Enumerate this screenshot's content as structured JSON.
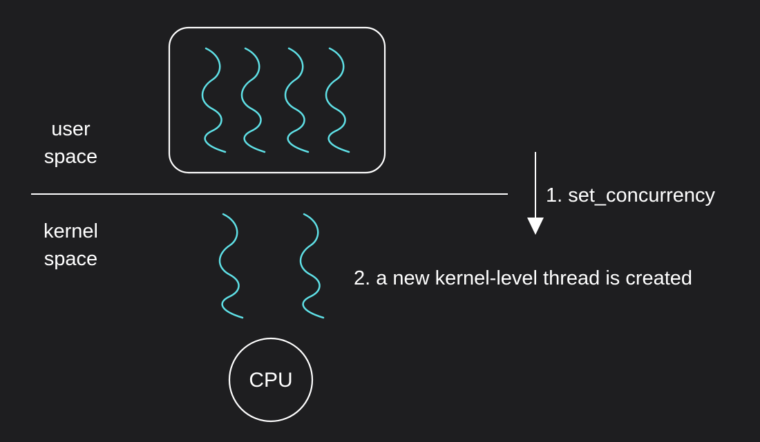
{
  "labels": {
    "user_space": [
      "user",
      "space"
    ],
    "kernel_space": [
      "kernel",
      "space"
    ],
    "step1": "1. set_concurrency",
    "step2": "2. a new kernel-level thread is created",
    "cpu": "CPU"
  },
  "diagram": {
    "user_thread_count": 4,
    "kernel_thread_count": 2
  },
  "colors": {
    "background": "#1e1e20",
    "stroke": "#ffffff",
    "thread": "#5fe0e6",
    "arrow": "#ffffff"
  },
  "icons": {
    "thread": "wavy-thread-icon",
    "arrow": "arrow-down-icon"
  }
}
